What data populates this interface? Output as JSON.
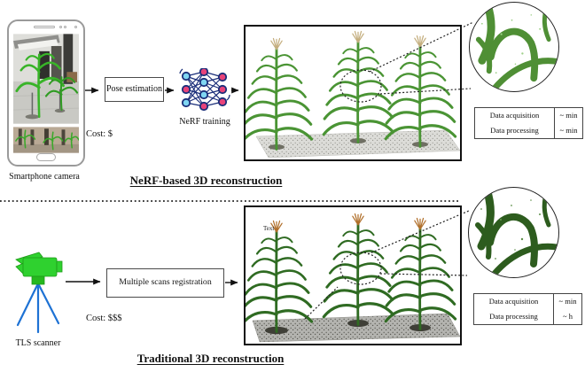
{
  "nerf": {
    "source_label": "Smartphone camera",
    "cost_label": "Cost: $",
    "pose_box_label": "Pose estimation",
    "nn_label": "NeRF training",
    "heading": "NeRF-based 3D reconstruction",
    "table": {
      "rows": [
        {
          "label": "Data acquisition",
          "value": "~ min"
        },
        {
          "label": "Data processing",
          "value": "~ min"
        }
      ]
    }
  },
  "traditional": {
    "source_label": "TLS scanner",
    "cost_label": "Cost: $$$",
    "registration_box_label": "Multiple scans registration",
    "annotation": "Text",
    "heading": "Traditional 3D reconstruction",
    "table": {
      "rows": [
        {
          "label": "Data acquisition",
          "value": "~ min"
        },
        {
          "label": "Data processing",
          "value": "~ h"
        }
      ]
    }
  },
  "icons": {
    "smartphone": "smartphone-icon",
    "neural_network": "neural-network-icon",
    "tls_scanner": "tls-scanner-icon",
    "zoom_detail": "magnified-leaf-detail"
  },
  "colors": {
    "plant_green_top": "#4a9434",
    "tassel_top": "#c4ae7e",
    "plant_green_bottom": "#2f6b22",
    "tassel_bottom": "#b06f2a",
    "zoom_leaf_top": "#4f8f35",
    "zoom_leaf_bottom": "#2d5c1e",
    "nn_cyan": "#7fd6f2",
    "nn_pink": "#e8437a",
    "nn_line": "#1b2f7a",
    "scanner_green": "#2fd12f",
    "tripod_blue": "#1e72d4"
  }
}
